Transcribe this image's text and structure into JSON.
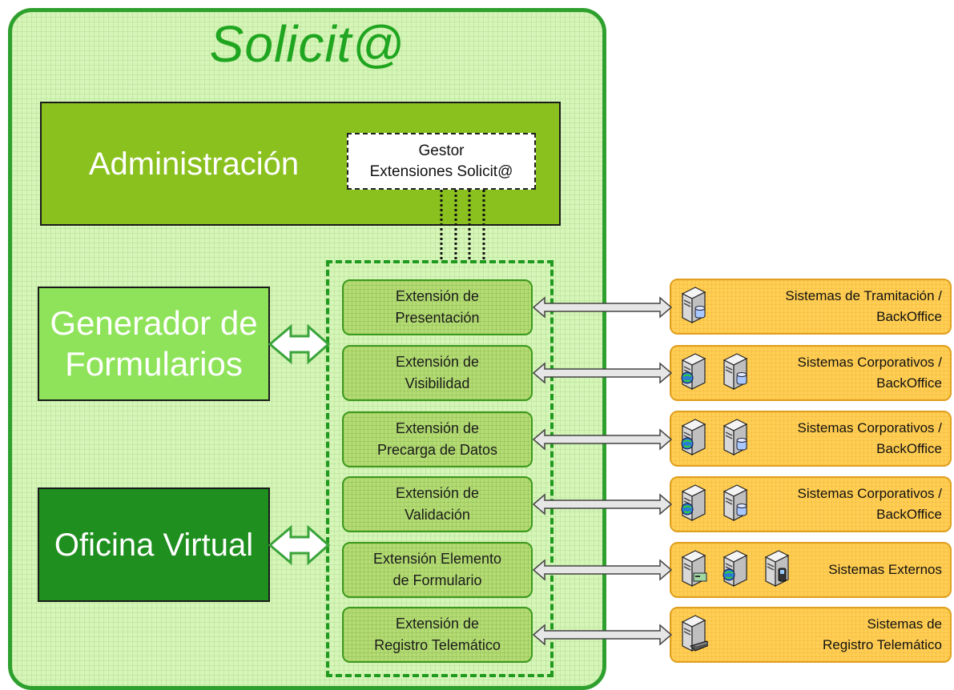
{
  "title": "Solicit@",
  "administracion": {
    "label": "Administración"
  },
  "gestor": {
    "line1": "Gestor",
    "line2": "Extensiones Solicit@"
  },
  "generador": {
    "line1": "Generador de",
    "line2": "Formularios"
  },
  "oficina": {
    "label": "Oficina Virtual"
  },
  "extensions": [
    {
      "line1": "Extensión de",
      "line2": "Presentación"
    },
    {
      "line1": "Extensión de",
      "line2": "Visibilidad"
    },
    {
      "line1": "Extensión de",
      "line2": "Precarga de Datos"
    },
    {
      "line1": "Extensión de",
      "line2": "Validación"
    },
    {
      "line1": "Extensión Elemento",
      "line2": "de Formulario"
    },
    {
      "line1": "Extensión de",
      "line2": "Registro Telemático"
    }
  ],
  "systems": [
    {
      "line1": "Sistemas de Tramitación /",
      "line2": "BackOffice",
      "servers": [
        "server-database-icon"
      ]
    },
    {
      "line1": "Sistemas Corporativos /",
      "line2": "BackOffice",
      "servers": [
        "server-globe-icon",
        "server-database-icon"
      ]
    },
    {
      "line1": "Sistemas Corporativos /",
      "line2": "BackOffice",
      "servers": [
        "server-globe-icon",
        "server-database-icon"
      ]
    },
    {
      "line1": "Sistemas Corporativos /",
      "line2": "BackOffice",
      "servers": [
        "server-globe-icon",
        "server-database-icon"
      ]
    },
    {
      "line1": "Sistemas Externos",
      "line2": "",
      "servers": [
        "server-card-icon",
        "server-globe-icon",
        "server-phone-icon"
      ]
    },
    {
      "line1": "Sistemas de",
      "line2": "Registro Telemático",
      "servers": [
        "server-keyboard-icon"
      ]
    }
  ],
  "colors": {
    "outer_border": "#2ea02e",
    "administracion": "#8ac11f",
    "generador": "#8fe35a",
    "oficina": "#1f8f1f",
    "extension": "#b5dc74",
    "system": "#ffcf55"
  }
}
